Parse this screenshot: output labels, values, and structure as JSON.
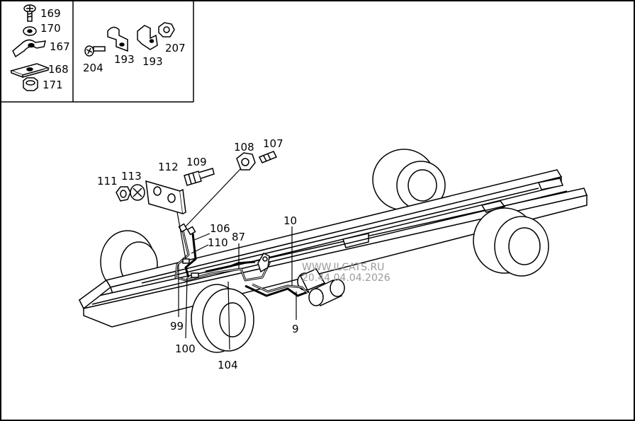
{
  "legend_labels": {
    "l169": "169",
    "l170": "170",
    "l167": "167",
    "l168": "168",
    "l171": "171",
    "l204": "204",
    "l193a": "193",
    "l193b": "193",
    "l207": "207"
  },
  "callouts": {
    "c111": "111",
    "c113": "113",
    "c112": "112",
    "c109": "109",
    "c108": "108",
    "c107": "107",
    "c106": "106",
    "c110": "110",
    "c87": "87",
    "c10": "10",
    "c99": "99",
    "c100": "100",
    "c104": "104",
    "c9": "9"
  },
  "watermark": {
    "line1": "WWW.ILCATS.RU",
    "line2": "20.44 04.04.2026"
  }
}
